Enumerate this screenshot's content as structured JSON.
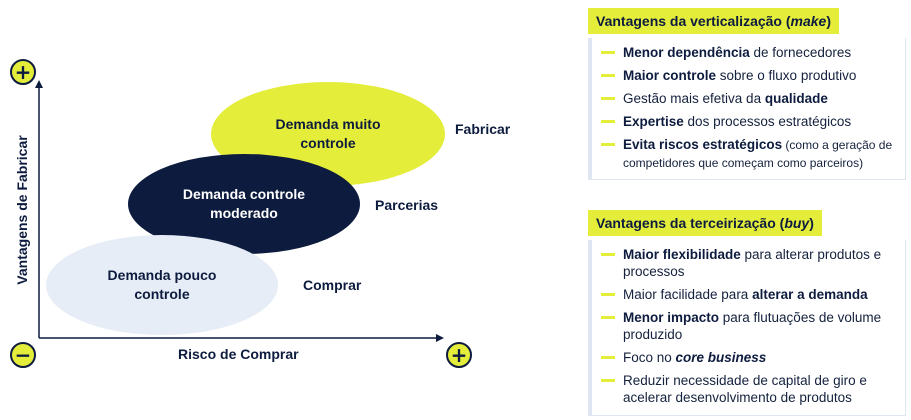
{
  "diagram": {
    "top_sign": "+",
    "origin_sign": "−",
    "right_sign": "+",
    "y_axis_label": "Vantagens de Fabricar",
    "x_axis_label": "Risco de Comprar",
    "ellipses": [
      {
        "text_line1": "Demanda muito",
        "text_line2": "controle",
        "side_label": "Fabricar",
        "fill": "#e4ed3a",
        "text_color": "#0d1b3e"
      },
      {
        "text_line1": "Demanda controle",
        "text_line2": "moderado",
        "side_label": "Parcerias",
        "fill": "#0d1b3e",
        "text_color": "#ffffff"
      },
      {
        "text_line1": "Demanda pouco",
        "text_line2": "controle",
        "side_label": "Comprar",
        "fill": "#e6edf6",
        "text_color": "#0d1b3e"
      }
    ]
  },
  "make_panel": {
    "title_prefix": "Vantagens da verticalização (",
    "title_keyword": "make",
    "title_suffix": ")",
    "items": [
      {
        "bold": "Menor dependência",
        "rest": " de fornecedores"
      },
      {
        "bold": "Maior controle",
        "rest": " sobre o fluxo produtivo"
      },
      {
        "lead": "Gestão mais efetiva da ",
        "bold": "qualidade"
      },
      {
        "bold": "Expertise",
        "rest": " dos processos estratégicos"
      },
      {
        "bold": "Evita riscos estratégicos",
        "small": " (como a geração de competidores que começam como parceiros)"
      }
    ]
  },
  "buy_panel": {
    "title_prefix": "Vantagens da terceirização (",
    "title_keyword": "buy",
    "title_suffix": ")",
    "items": [
      {
        "bold": "Maior flexibilidade",
        "rest": " para alterar produtos e processos"
      },
      {
        "lead": "Maior facilidade para ",
        "bold": "alterar a demanda"
      },
      {
        "bold": "Menor impacto",
        "rest": " para flutuações de volume produzido"
      },
      {
        "lead": "Foco no ",
        "bolditalic": "core business"
      },
      {
        "lead": "Reduzir necessidade de capital de giro e acelerar desenvolvimento de produtos"
      }
    ]
  },
  "colors": {
    "accent_yellow": "#e4ed3a",
    "navy": "#0d1b3e",
    "light_blue": "#e6edf6"
  }
}
